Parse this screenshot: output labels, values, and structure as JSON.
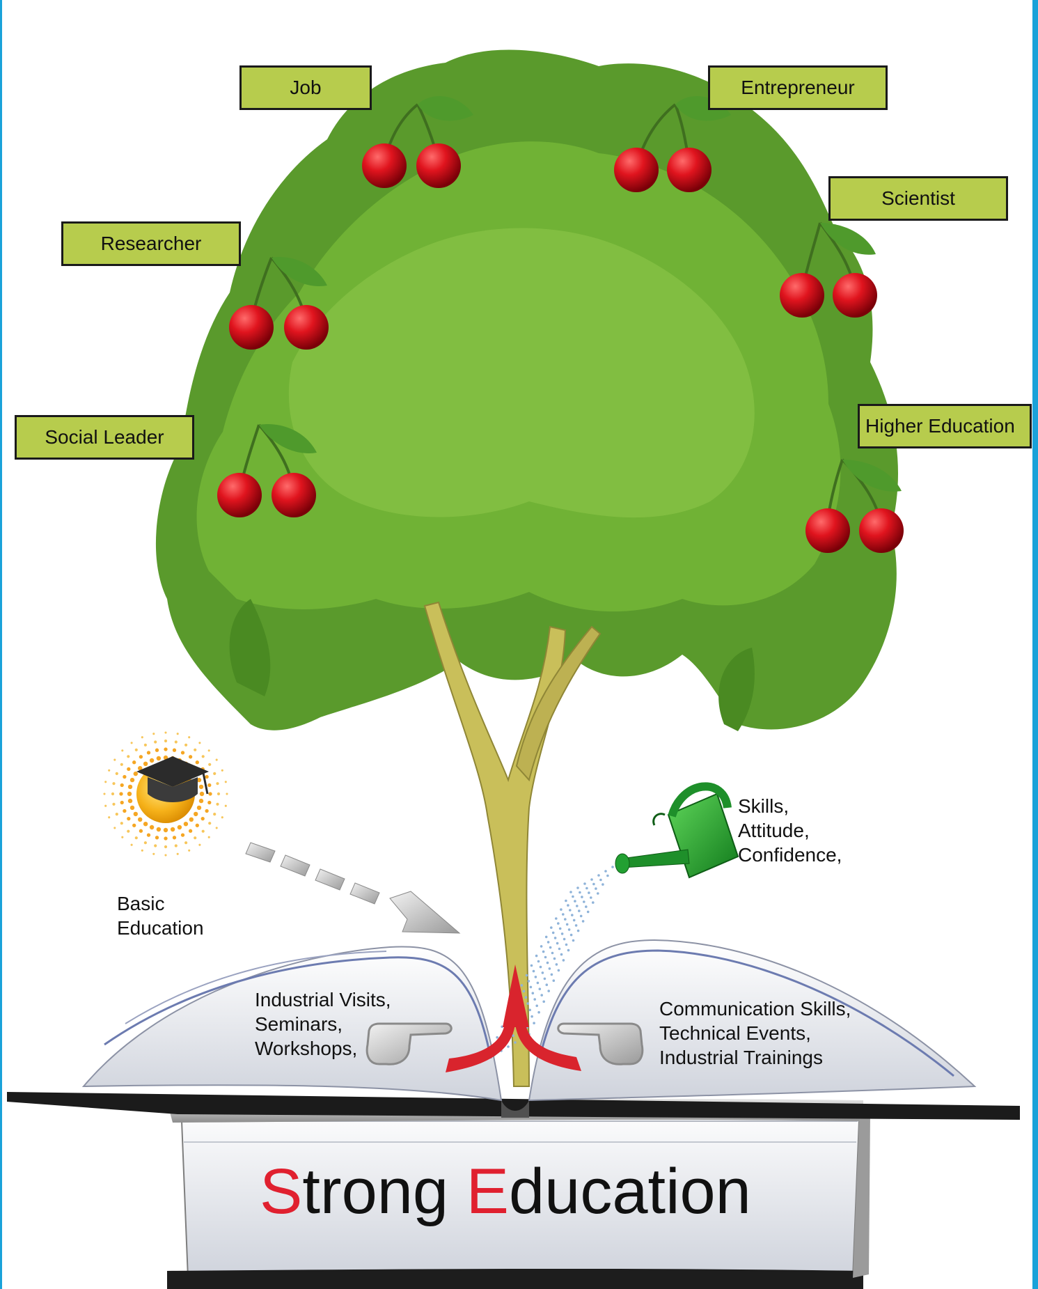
{
  "colors": {
    "label_fill": "#b7cc4d",
    "label_border": "#1a1a1a",
    "accent_red": "#e0202f",
    "foliage_green": "#5a9a2c",
    "frame_blue": "#1aa2d9"
  },
  "fruit_labels": [
    "Job",
    "Entrepreneur",
    "Scientist",
    "Researcher",
    "Social Leader",
    "Higher Education"
  ],
  "inputs": {
    "basic_education": [
      "Basic",
      "Education"
    ],
    "nurture": [
      "Skills,",
      "Attitude,",
      "Confidence,"
    ],
    "left_page": [
      "Industrial Visits,",
      "Seminars,",
      "Workshops,"
    ],
    "right_page": [
      "Communication Skills,",
      "Technical Events,",
      "Industrial Trainings"
    ]
  },
  "title": {
    "first_initial": "S",
    "first_rest": "trong ",
    "second_initial": "E",
    "second_rest": "ducation"
  },
  "icons": {
    "sun": "sun-with-graduation-cap-icon",
    "watering_can": "watering-can-icon",
    "arrow": "dashed-arrow-icon",
    "hands": "pointing-hand-icon",
    "growth": "growth-arrows-icon"
  }
}
